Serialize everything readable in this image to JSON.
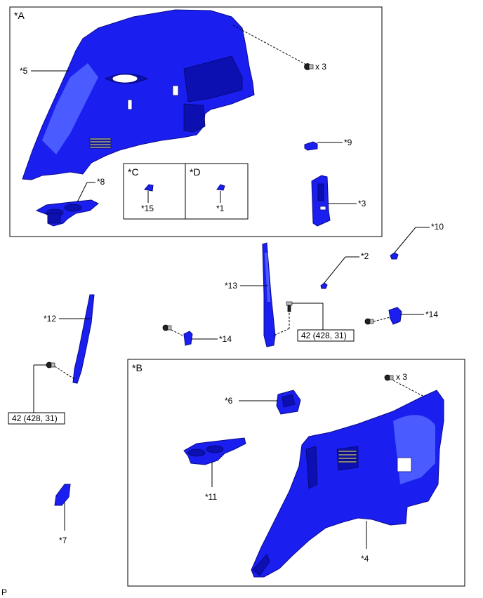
{
  "views": {
    "A": "*A",
    "B": "*B",
    "C": "*C",
    "D": "*D"
  },
  "callouts": {
    "p1": "*1",
    "p2": "*2",
    "p3": "*3",
    "p4": "*4",
    "p5": "*5",
    "p6": "*6",
    "p7": "*7",
    "p8": "*8",
    "p9": "*9",
    "p10": "*10",
    "p11": "*11",
    "p12": "*12",
    "p13": "*13",
    "p14a": "*14",
    "p14b": "*14",
    "p15": "*15"
  },
  "quantities": {
    "screw_a": "x 3",
    "screw_b": "x 3"
  },
  "torque": {
    "left": "42 (428, 31)",
    "center": "42 (428, 31)"
  },
  "corner_mark": "P",
  "colors": {
    "part_fill": "#1a1ff0",
    "part_edge": "#0a0a8c"
  }
}
